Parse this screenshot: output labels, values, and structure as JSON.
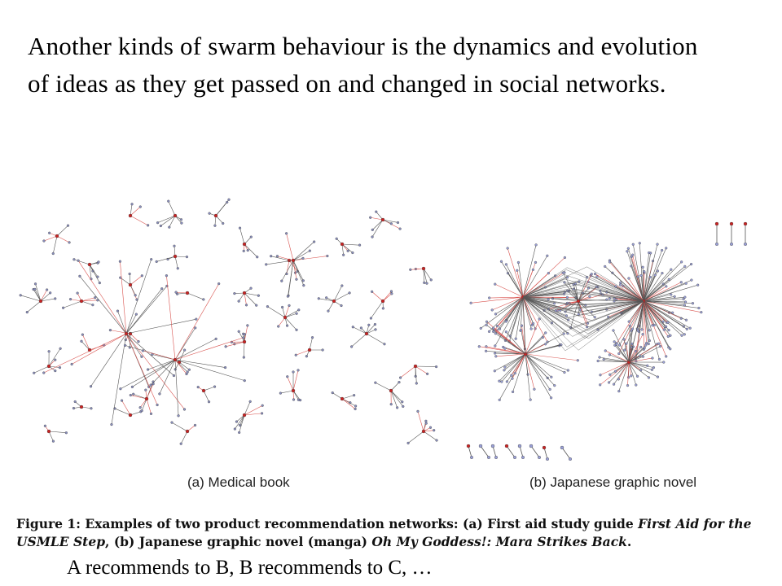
{
  "slide": {
    "body_text": "Another kinds of swarm behaviour is the dynamics and evolution of ideas as they get passed on and changed in social networks.",
    "footer_text": "A recommends to B, B recommends to C, …"
  },
  "figure": {
    "caption_a": "(a) Medical book",
    "caption_b": "(b) Japanese graphic novel",
    "caption_prefix": "Figure 1:  Examples of two product recommendation networks:  (a) First aid study guide ",
    "caption_title_a": "First Aid for the USMLE Step",
    "caption_mid": ", (b) Japanese graphic novel (manga) ",
    "caption_title_b": "Oh My Goddess!: Mara Strikes Back",
    "caption_end": "."
  },
  "colors": {
    "edge": "#555555",
    "highlight_edge": "#d9534f",
    "node_a": "#8a8fc0",
    "node_b": "#9aa0d8",
    "hub": "#cc2222"
  }
}
